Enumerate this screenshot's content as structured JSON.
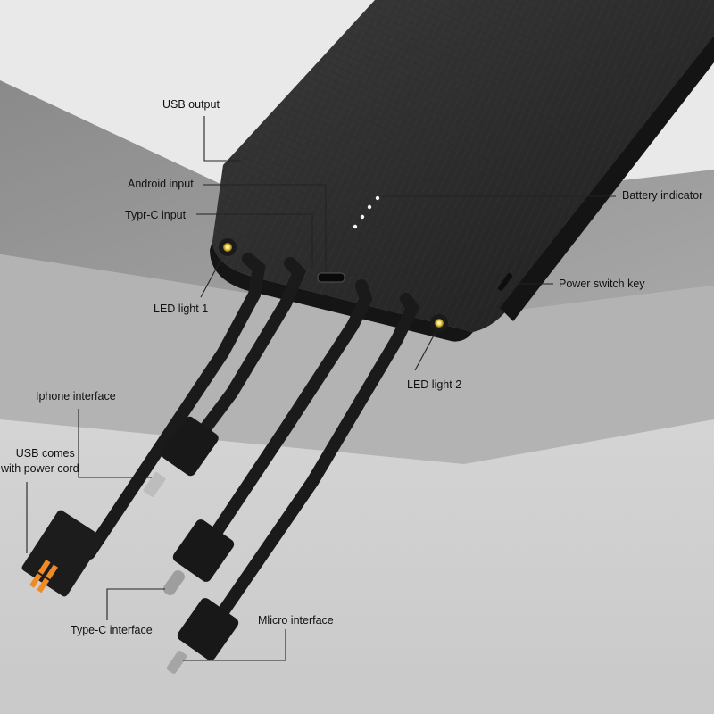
{
  "callouts": {
    "usb_output": "USB output",
    "android_input": "Android input",
    "typec_input": "Typr-C input",
    "battery_indicator": "Battery indicator",
    "power_switch_key": "Power switch key",
    "led_light_1": "LED light 1",
    "led_light_2": "LED light 2",
    "iphone_interface": "Iphone interface",
    "usb_cord_line1": "USB comes",
    "usb_cord_line2": "with power cord",
    "typec_interface": "Type-C interface",
    "micro_interface": "Mlicro interface"
  },
  "colors": {
    "wall": "#9c9c9c",
    "floor": "#d6d6d6",
    "device_body": "#2b2b2b",
    "cable": "#1a1a1a",
    "usb_contacts": "#f08a24",
    "led": "#ffe66b"
  },
  "battery_indicator": {
    "level_dots": 4
  }
}
